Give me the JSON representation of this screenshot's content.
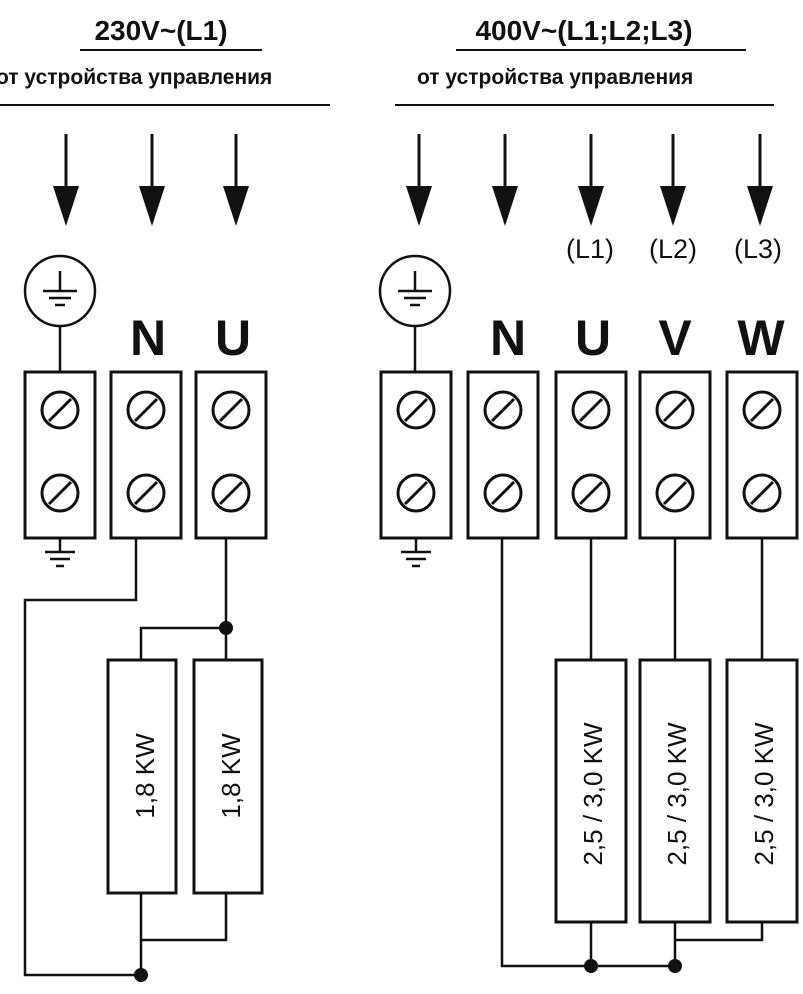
{
  "left": {
    "title": "230V~(L1)",
    "subtitle": "от устройства управления",
    "terminals": [
      "N",
      "U"
    ],
    "resistors": [
      "1,8 KW",
      "1,8 KW"
    ]
  },
  "right": {
    "title": "400V~(L1;L2;L3)",
    "subtitle": "от устройства управления",
    "phases": [
      "(L1)",
      "(L2)",
      "(L3)"
    ],
    "terminals": [
      "N",
      "U",
      "V",
      "W"
    ],
    "resistors": [
      "2,5 / 3,0 KW",
      "2,5 / 3,0 KW",
      "2,5 / 3,0 KW"
    ]
  }
}
